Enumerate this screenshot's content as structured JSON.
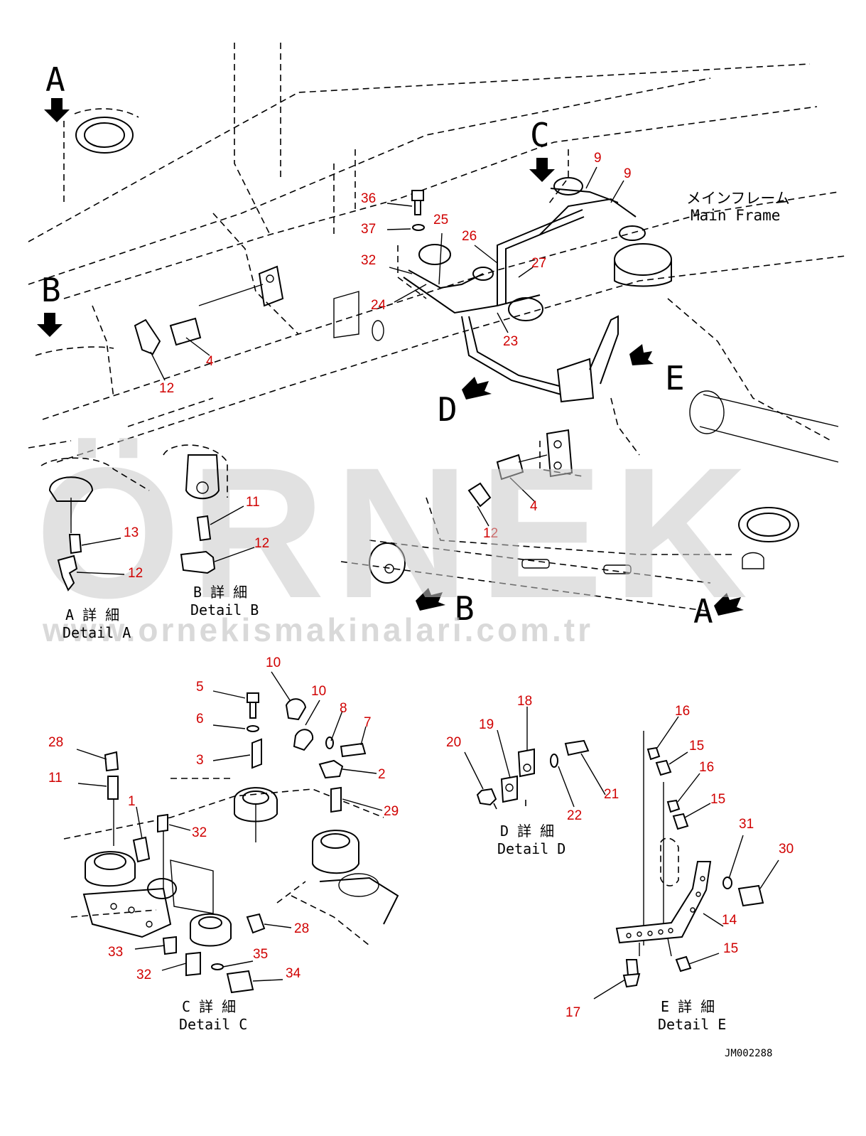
{
  "drawing_code": "JM002288",
  "main_frame_label": {
    "jp": "メインフレーム",
    "en": "Main Frame"
  },
  "view_letters": {
    "a": "A",
    "b": "B",
    "c": "C",
    "d": "D",
    "e": "E"
  },
  "details": {
    "a": {
      "jp": "A 詳 細",
      "en": "Detail A"
    },
    "b": {
      "jp": "B 詳 細",
      "en": "Detail B"
    },
    "c": {
      "jp": "C 詳 細",
      "en": "Detail C"
    },
    "d": {
      "jp": "D 詳 細",
      "en": "Detail D"
    },
    "e": {
      "jp": "E 詳 細",
      "en": "Detail E"
    }
  },
  "watermark": {
    "brand": "ÖRNEK",
    "url": "www.ornekismakinalari.com.tr"
  },
  "callouts": {
    "main": [
      "36",
      "37",
      "32",
      "24",
      "25",
      "26",
      "27",
      "23",
      "9",
      "9",
      "4",
      "12",
      "4",
      "12"
    ],
    "detail_a": [
      "13",
      "12"
    ],
    "detail_b": [
      "11",
      "12"
    ],
    "detail_c": [
      "10",
      "5",
      "10",
      "6",
      "8",
      "7",
      "3",
      "2",
      "28",
      "11",
      "1",
      "29",
      "32",
      "28",
      "33",
      "35",
      "32",
      "34"
    ],
    "detail_d": [
      "18",
      "19",
      "20",
      "22",
      "21"
    ],
    "detail_e": [
      "16",
      "15",
      "16",
      "15",
      "31",
      "30",
      "14",
      "15",
      "17"
    ]
  },
  "colors": {
    "callout": "#d00000",
    "line": "#000000",
    "watermark": "#c9c9c9"
  }
}
